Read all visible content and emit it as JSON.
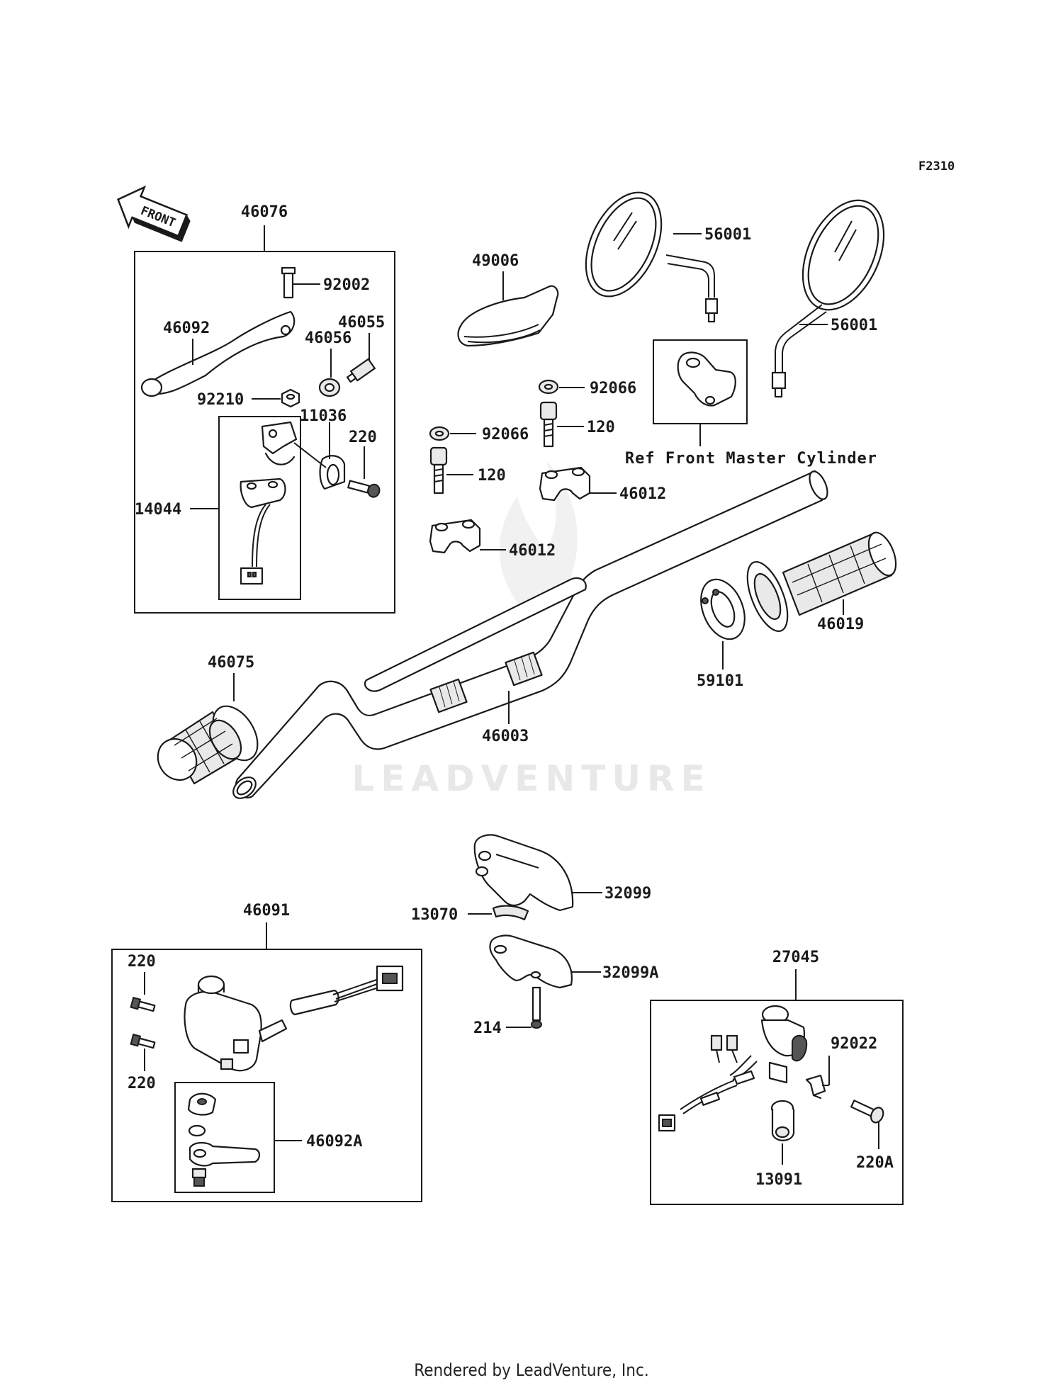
{
  "figure_code": "F2310",
  "direction_marker": {
    "text": "FRONT"
  },
  "watermark": "LEADVENTURE",
  "reference_note": "Ref Front Master Cylinder",
  "footer": "Rendered by LeadVenture, Inc.",
  "callouts": {
    "c46076": "46076",
    "c92002": "92002",
    "c46092": "46092",
    "c46055": "46055",
    "c46056": "46056",
    "c92210": "92210",
    "c11036": "11036",
    "c220_top": "220",
    "c14044": "14044",
    "c49006": "49006",
    "c56001_left": "56001",
    "c56001_right": "56001",
    "c92066_upper": "92066",
    "c92066_lower": "92066",
    "c120_upper": "120",
    "c120_lower": "120",
    "c46012_upper": "46012",
    "c46012_lower": "46012",
    "c46019": "46019",
    "c59101": "59101",
    "c46075": "46075",
    "c46003": "46003",
    "c32099": "32099",
    "c13070": "13070",
    "c32099A": "32099A",
    "c214": "214",
    "c46091": "46091",
    "c220_a": "220",
    "c220_b": "220",
    "c46092A": "46092A",
    "c27045": "27045",
    "c92022": "92022",
    "c220A": "220A",
    "c13091": "13091"
  }
}
